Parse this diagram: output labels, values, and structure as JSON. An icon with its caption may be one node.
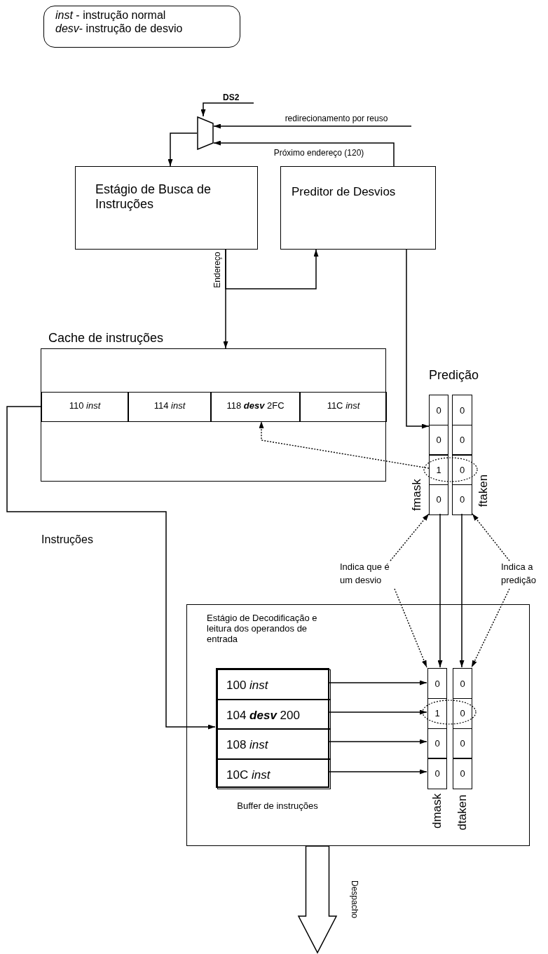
{
  "diagram": {
    "nodes": [
      {
        "text": [
          "*inst* - instrução normal",
          "*desv*- instrução de desvio"
        ]
      },
      {
        "text": [],
        "shape": "trapezoid"
      },
      {
        "text": [
          "DS2"
        ]
      },
      {
        "text": [
          "Estágio de Busca de Instruções"
        ]
      },
      {
        "text": [
          "Preditor de Desvios"
        ]
      },
      {
        "text": [
          "Cache de instruções"
        ]
      },
      {
        "text": [
          "110 *inst*"
        ],
        "in": 5
      },
      {
        "text": [
          "114 *inst*"
        ],
        "in": 5
      },
      {
        "text": [
          "118 **desv** 2FC"
        ],
        "in": 5
      },
      {
        "text": [
          "11C *inst*"
        ],
        "in": 5
      },
      {
        "text": [
          "0",
          "0",
          "1",
          "0"
        ],
        "beside": [
          "fmask"
        ]
      },
      {
        "text": [
          "0",
          "0",
          "0",
          "0"
        ],
        "beside": [
          "ftaken"
        ]
      },
      {
        "text": [
          "Indica que é um desvio"
        ]
      },
      {
        "text": [
          "Indica a predição"
        ]
      },
      {
        "text": [
          "Estágio de Decodificação e leitura dos operandos de entrada"
        ]
      },
      {
        "text": [],
        "shape": "box",
        "beside": [
          "Buffer de instruções"
        ],
        "in": 14
      },
      {
        "text": [
          "100 *inst*"
        ],
        "in": 15
      },
      {
        "text": [
          "104 **desv** 200"
        ],
        "in": 15
      },
      {
        "text": [
          "108 *inst*"
        ],
        "in": 15
      },
      {
        "text": [
          "10C *inst*"
        ],
        "in": 15
      },
      {
        "text": [
          "0",
          "1",
          "0",
          "0"
        ],
        "beside": [
          "dmask"
        ],
        "in": 14
      },
      {
        "text": [
          "0",
          "0",
          "0",
          "0"
        ],
        "beside": [
          "dtaken"
        ],
        "in": 14
      }
    ],
    "edges": [
      {
        "from": 2,
        "to": 1,
        "arrow": "to"
      },
      {
        "from": null,
        "to": 1,
        "arrow": "to",
        "label": "redirecionamento por reuso"
      },
      {
        "from": 4,
        "to": 1,
        "arrow": "to",
        "label": "Próximo endereço (120)"
      },
      {
        "from": 1,
        "to": 3,
        "arrow": "to"
      },
      {
        "from": 3,
        "to": 5,
        "arrow": "to",
        "label": "Endereço"
      },
      {
        "from": 3,
        "to": 4,
        "arrow": "to"
      },
      {
        "from": 4,
        "to": 10,
        "arrow": "to"
      },
      {
        "from": 10,
        "to": 8,
        "arrow": "to",
        "style": "dashed"
      },
      {
        "from": 6,
        "to": 17,
        "arrow": "to",
        "label": "Instruções"
      },
      {
        "from": 10,
        "to": 20,
        "arrow": "to"
      },
      {
        "from": 11,
        "to": 21,
        "arrow": "to"
      },
      {
        "from": 12,
        "to": 10,
        "arrow": "to",
        "style": "dashed"
      },
      {
        "from": 12,
        "to": 20,
        "arrow": "to",
        "style": "dashed"
      },
      {
        "from": 13,
        "to": 11,
        "arrow": "to",
        "style": "dashed"
      },
      {
        "from": 13,
        "to": 21,
        "arrow": "to",
        "style": "dashed"
      },
      {
        "from": 16,
        "to": 20,
        "arrow": "to"
      },
      {
        "from": 17,
        "to": 20,
        "arrow": "to"
      },
      {
        "from": 18,
        "to": 20,
        "arrow": "to"
      },
      {
        "from": 19,
        "to": 20,
        "arrow": "to"
      },
      {
        "from": 14,
        "to": null,
        "arrow": "to",
        "label": "Despacho",
        "style": "thick"
      }
    ],
    "labels": [
      "Predição"
    ]
  }
}
